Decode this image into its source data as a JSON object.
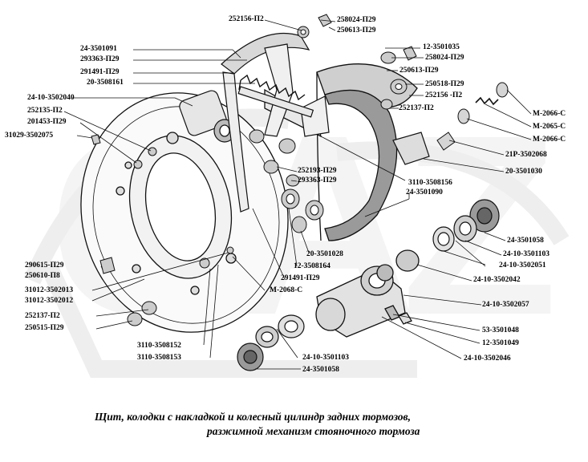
{
  "caption": {
    "line1": "Щит, колодки с накладкой и колесный цилиндр задних тормозов,",
    "line2": "разжимной механизм стояночного тормоза"
  },
  "labels": {
    "l01": "252156-П2",
    "l02": "258024-П29",
    "l03": "250613-П29",
    "l04": "24-3501091",
    "l05": "293363-П29",
    "l06": "291491-П29",
    "l07": "20-3508161",
    "l08": "12-3501035",
    "l09": "258024-П29",
    "l10": "250613-П29",
    "l11": "250518-П29",
    "l12": "252156 -П2",
    "l13": "252137-П2",
    "l14": "24-10-3502040",
    "l15": "252135-П2",
    "l16": "201453-П29",
    "l17": "31029-3502075",
    "l18": "М-2066-С",
    "l19": "М-2065-С",
    "l20": "М-2066-С",
    "l21": "21Р-3502068",
    "l22": "20-3501030",
    "l23": "252193-П29",
    "l24": "293363-П29",
    "l25": "3110-3508156",
    "l26": "24-3501090",
    "l27": "24-3501058",
    "l28": "24-10-3501103",
    "l29": "24-10-3502051",
    "l30": "20-3501028",
    "l31": "12-3508164",
    "l32": "291491-П29",
    "l33": "24-10-3502042",
    "l34": "290615-П29",
    "l35": "250610-П8",
    "l36": "31012-3502013",
    "l37": "31012-3502012",
    "l38": "М-2068-С",
    "l39": "24-10-3502057",
    "l40": "252137-П2",
    "l41": "250515-П29",
    "l42": "53-3501048",
    "l43": "12-3501049",
    "l44": "3110-3508152",
    "l45": "3110-3508153",
    "l46": "24-10-3502046",
    "l47": "24-10-3501103",
    "l48": "24-3501058"
  }
}
